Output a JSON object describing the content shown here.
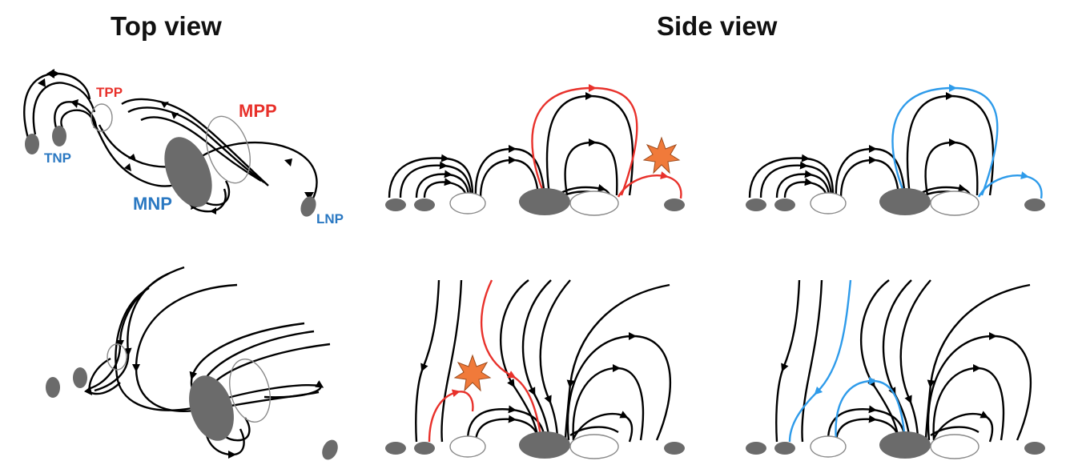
{
  "headings": {
    "top_view": "Top view",
    "side_view": "Side view"
  },
  "labels": {
    "tpp": "TPP",
    "mpp": "MPP",
    "tnp": "TNP",
    "mnp": "MNP",
    "lnp": "LNP"
  },
  "colors": {
    "field_line": "#000000",
    "red_field_line": "#e8312b",
    "blue_field_line": "#2e9bea",
    "negative_polarity": "#6b6b6b",
    "positive_polarity_outline": "#8a8a8a",
    "flare_star": "#f07a3a",
    "positive_label": "#e8312b",
    "negative_label": "#2a78c2"
  },
  "icons": {
    "flare": "star-burst-icon"
  }
}
